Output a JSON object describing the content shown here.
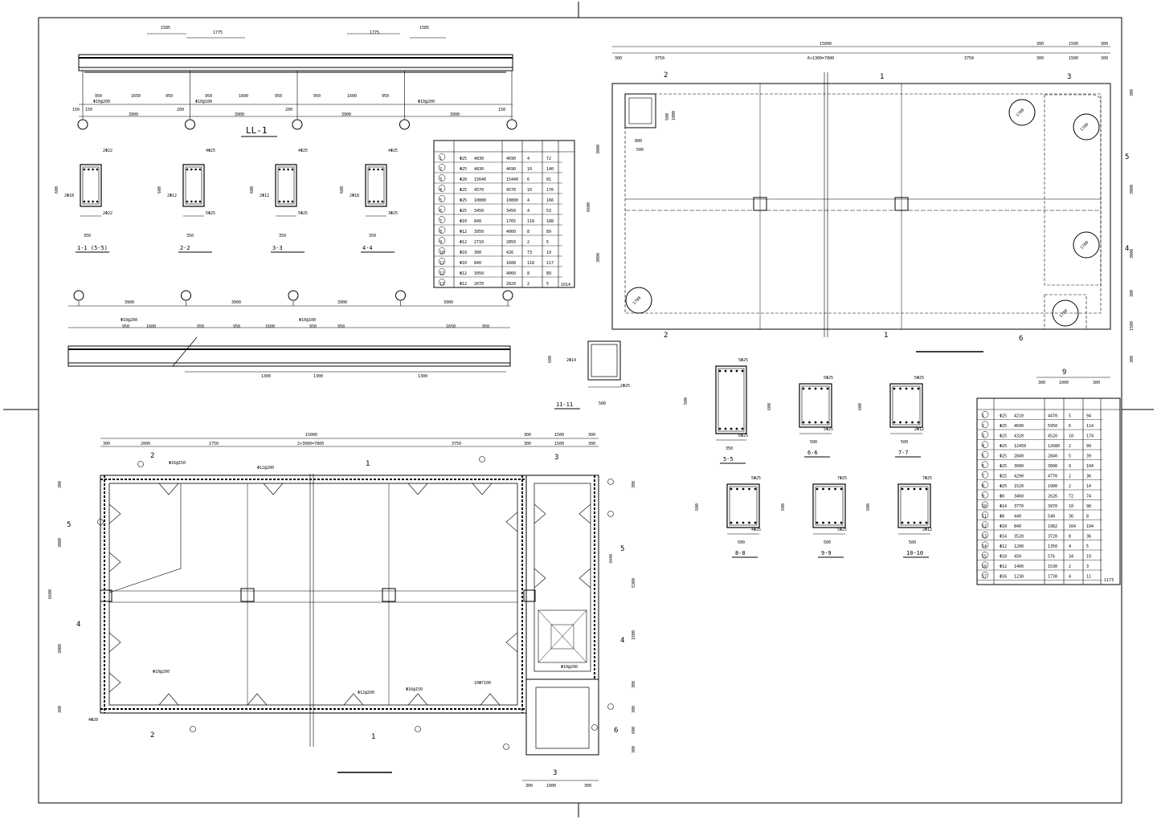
{
  "beam_ll1": {
    "title": "LL-1",
    "top_dims": [
      "1585",
      "1775",
      "1775",
      "1585"
    ],
    "span_labels": [
      "3900",
      "3900",
      "3900",
      "3900"
    ],
    "bot_dims": [
      "950",
      "1650",
      "950",
      "950",
      "1600",
      "950",
      "950",
      "1600",
      "950"
    ],
    "stirrups": [
      "Φ10@200",
      "Φ10@100",
      "Φ10@200"
    ],
    "edge": [
      "150",
      "150",
      "200",
      "200",
      "150"
    ]
  },
  "sections_top": [
    {
      "title": "1-1 (5-5)",
      "width": "350",
      "height": "600",
      "top": "2Φ22",
      "bot": "2Φ22",
      "side": "2Φ18"
    },
    {
      "title": "2-2",
      "width": "350",
      "height": "600",
      "top": "4Φ25",
      "bot": "5Φ25",
      "side": "2Φ12"
    },
    {
      "title": "3-3",
      "width": "350",
      "height": "600",
      "top": "4Φ25",
      "bot": "5Φ25",
      "side": "2Φ12"
    },
    {
      "title": "4-4",
      "width": "350",
      "height": "600",
      "top": "4Φ25",
      "bot": "3Φ25",
      "side": "2Φ18"
    }
  ],
  "table1": {
    "rows": [
      [
        "1",
        "4830",
        "Φ25",
        "4690",
        "4",
        "72"
      ],
      [
        "2",
        "4830",
        "Φ25",
        "4690",
        "10",
        "140"
      ],
      [
        "3",
        "15640",
        "Φ20",
        "15440",
        "6",
        "81"
      ],
      [
        "4",
        "4570",
        "Φ25",
        "4570",
        "10",
        "176"
      ],
      [
        "5",
        "10800",
        "Φ25",
        "10800",
        "4",
        "166"
      ],
      [
        "6",
        "3450",
        "Φ25",
        "3450",
        "4",
        "53"
      ],
      [
        "7",
        "840",
        "Φ10",
        "1765",
        "118",
        "188"
      ],
      [
        "8",
        "3950",
        "Φ12",
        "4060",
        "8",
        "89"
      ],
      [
        "9",
        "2710",
        "Φ12",
        "2850",
        "2",
        "5"
      ],
      [
        "10",
        "300",
        "Φ10",
        "426",
        "73",
        "19"
      ],
      [
        "11",
        "840",
        "Φ10",
        "1688",
        "118",
        "117"
      ],
      [
        "12",
        "3950",
        "Φ12",
        "4060",
        "8",
        "89"
      ],
      [
        "13",
        "2670",
        "Φ12",
        "2820",
        "2",
        "5"
      ]
    ],
    "total": "1014"
  },
  "beam_ll2": {
    "span_labels": [
      "3900",
      "3900",
      "3900",
      "3900"
    ],
    "top_dims": [
      "950",
      "1600",
      "950",
      "950",
      "1600",
      "950",
      "950",
      "1650",
      "950"
    ],
    "bot_dims": [
      "1300",
      "1300",
      "1300"
    ],
    "stirrups": [
      "Φ10@100",
      "Φ10@200"
    ]
  },
  "section_11": {
    "title": "11-11",
    "width": "500",
    "height": "600",
    "top": "2Φ14",
    "bot": "2Φ25"
  },
  "plan_top": {
    "total_dims": [
      "15000",
      "300",
      "1500",
      "300"
    ],
    "sub_dims": [
      "300",
      "3750",
      "6×1300=7800",
      "3750",
      "300",
      "1500",
      "300"
    ],
    "right_dims": [
      "300",
      "3000",
      "3000",
      "300",
      "1500",
      "300"
    ],
    "left_dims": [
      "6600",
      "3000",
      "3000"
    ],
    "sumps": [
      "1700",
      "1700",
      "1700",
      "1700",
      "1700"
    ],
    "opening": [
      "800",
      "500",
      "500",
      "1000"
    ],
    "axis_marks": [
      "1",
      "2",
      "3",
      "4",
      "5",
      "6",
      "1",
      "2",
      "9"
    ],
    "bottom_dims": [
      "300",
      "1000",
      "300"
    ]
  },
  "sections_mid": [
    {
      "title": "5-5",
      "width": "350",
      "height": "500",
      "top": "5Φ25",
      "bot": "6Φ25"
    },
    {
      "title": "6-6",
      "width": "500",
      "height": "600",
      "top": "5Φ25",
      "bot": "5Φ25"
    },
    {
      "title": "7-7",
      "width": "500",
      "height": "600",
      "top": "5Φ25",
      "bot": "2Φ12"
    },
    {
      "title": "8-8",
      "width": "500",
      "height": "600",
      "top": "5Φ25",
      "bot": "4Φ25"
    },
    {
      "title": "9-9",
      "width": "500",
      "height": "600",
      "top": "7Φ25",
      "bot": "5Φ25"
    },
    {
      "title": "10-10",
      "width": "500",
      "height": "600",
      "top": "7Φ25",
      "bot": "2Φ12"
    }
  ],
  "table2": {
    "rows": [
      [
        "1",
        "4210",
        "Φ25",
        "4470",
        "5",
        "94"
      ],
      [
        "2",
        "4690",
        "Φ25",
        "5950",
        "6",
        "114"
      ],
      [
        "3",
        "4320",
        "Φ25",
        "4520",
        "10",
        "174"
      ],
      [
        "4",
        "12450",
        "Φ25",
        "12680",
        "2",
        "99"
      ],
      [
        "5",
        "2840",
        "Φ25",
        "2840",
        "5",
        "39"
      ],
      [
        "6",
        "3000",
        "Φ25",
        "3000",
        "9",
        "104"
      ],
      [
        "7",
        "4290",
        "Φ25",
        "4770",
        "2",
        "36"
      ],
      [
        "8",
        "1520",
        "Φ25",
        "1900",
        "2",
        "14"
      ],
      [
        "9",
        "3460",
        "Φ8",
        "2626",
        "72",
        "74"
      ],
      [
        "10",
        "3770",
        "Φ14",
        "3970",
        "10",
        "98"
      ],
      [
        "11",
        "440",
        "Φ8",
        "540",
        "36",
        "8"
      ],
      [
        "12",
        "840",
        "Φ10",
        "1982",
        "164",
        "194"
      ],
      [
        "13",
        "3520",
        "Φ14",
        "3720",
        "8",
        "36"
      ],
      [
        "14",
        "1200",
        "Φ12",
        "1350",
        "4",
        "5"
      ],
      [
        "15",
        "450",
        "Φ10",
        "576",
        "34",
        "19"
      ],
      [
        "16",
        "1400",
        "Φ12",
        "1530",
        "2",
        "3"
      ],
      [
        "17",
        "1230",
        "Φ16",
        "1730",
        "4",
        "11"
      ]
    ],
    "total": "1173"
  },
  "plan_bottom": {
    "total_dims": [
      "15000",
      "300",
      "1500",
      "300"
    ],
    "sub_dims": [
      "300",
      "2000",
      "1750",
      "2×3900=7800",
      "3750",
      "300",
      "1500",
      "300"
    ],
    "left_dims": [
      "300",
      "3000",
      "6600",
      "3000",
      "300"
    ],
    "right_dims": [
      "300",
      "3440",
      "5300",
      "1500",
      "300",
      "300",
      "600",
      "300"
    ],
    "rebar_labels": [
      "Φ16@150",
      "Φ12@200",
      "Φ10@200",
      "10Φ7100",
      "4Φ20",
      "Φ16@150",
      "Φ12@200",
      "Φ10@200"
    ],
    "axis_marks": [
      "1",
      "1",
      "2",
      "2",
      "3",
      "3",
      "4",
      "4",
      "5",
      "5",
      "6"
    ],
    "bottom_dims": [
      "300",
      "1000",
      "300"
    ]
  }
}
